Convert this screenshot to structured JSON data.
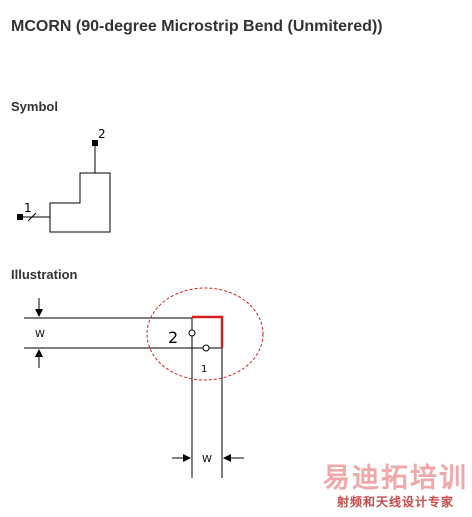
{
  "page": {
    "title": "MCORN (90-degree Microstrip Bend (Unmitered))"
  },
  "symbol": {
    "heading": "Symbol",
    "pin1_label": "1",
    "pin2_label": "2"
  },
  "illustration": {
    "heading": "Illustration",
    "width_label_left": "W",
    "width_label_bottom": "W",
    "pin2_label": "2",
    "pin1_label": "1",
    "line_color": "#000000",
    "strip_color": "#d62020",
    "highlight_color": "#d62020"
  },
  "watermark": {
    "main": "易迪拓培训",
    "sub": "射频和天线设计专家"
  }
}
